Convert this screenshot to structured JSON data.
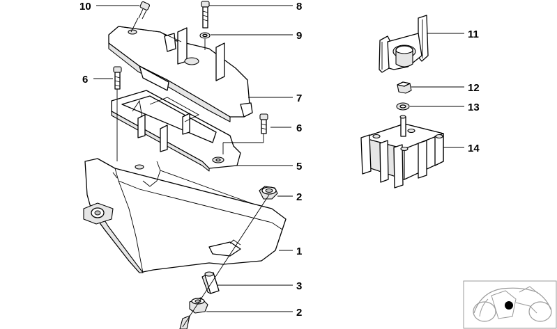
{
  "callouts": [
    {
      "id": "10",
      "label": "10"
    },
    {
      "id": "8",
      "label": "8"
    },
    {
      "id": "9",
      "label": "9"
    },
    {
      "id": "6a",
      "label": "6"
    },
    {
      "id": "7",
      "label": "7"
    },
    {
      "id": "6b",
      "label": "6"
    },
    {
      "id": "5",
      "label": "5"
    },
    {
      "id": "2a",
      "label": "2"
    },
    {
      "id": "1",
      "label": "1"
    },
    {
      "id": "3",
      "label": "3"
    },
    {
      "id": "2b",
      "label": "2"
    },
    {
      "id": "11",
      "label": "11"
    },
    {
      "id": "12",
      "label": "12"
    },
    {
      "id": "13",
      "label": "13"
    },
    {
      "id": "14",
      "label": "14"
    }
  ]
}
